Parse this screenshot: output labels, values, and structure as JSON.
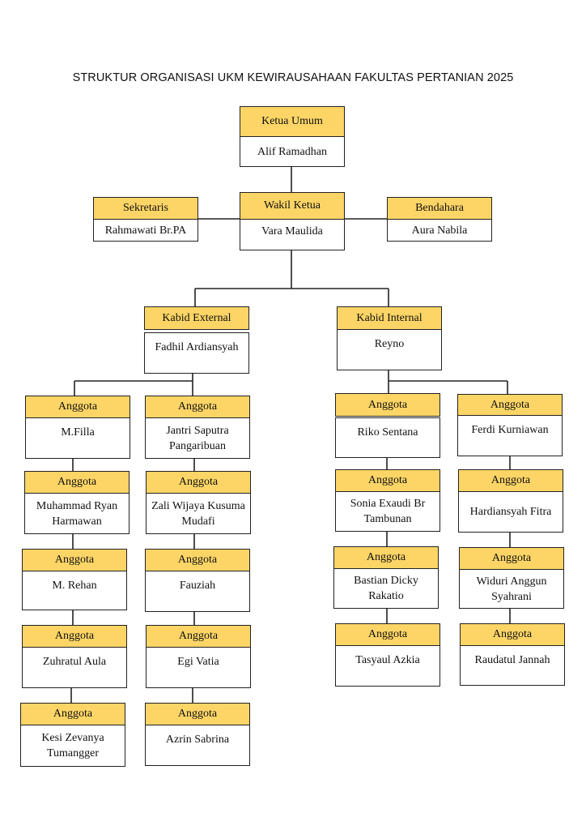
{
  "title": "STRUKTUR ORGANISASI UKM KEWIRAUSAHAAN FAKULTAS PERTANIAN 2025",
  "colors": {
    "header_fill": "#fcd566",
    "border": "#222222"
  },
  "ketua": {
    "role": "Ketua Umum",
    "name": "Alif Ramadhan"
  },
  "wakil": {
    "role": "Wakil Ketua",
    "name": "Vara Maulida"
  },
  "sekretaris": {
    "role": "Sekretaris",
    "name": "Rahmawati Br.PA"
  },
  "bendahara": {
    "role": "Bendahara",
    "name": "Aura Nabila"
  },
  "kabid_external": {
    "role": "Kabid External",
    "name": "Fadhil Ardiansyah"
  },
  "kabid_internal": {
    "role": "Kabid Internal",
    "name": "Reyno"
  },
  "member_role": "Anggota",
  "external_col1": [
    {
      "role": "Anggota",
      "name": "M.Filla"
    },
    {
      "role": "Anggota",
      "name": "Muhammad Ryan Harmawan"
    },
    {
      "role": "Anggota",
      "name": "M. Rehan"
    },
    {
      "role": "Anggota",
      "name": "Zuhratul Aula"
    },
    {
      "role": "Anggota",
      "name": "Kesi Zevanya Tumangger"
    }
  ],
  "external_col2": [
    {
      "role": "Anggota",
      "name": "Jantri Saputra Pangaribuan"
    },
    {
      "role": "Anggota",
      "name": "Zali Wijaya Kusuma Mudafi"
    },
    {
      "role": "Anggota",
      "name": "Fauziah"
    },
    {
      "role": "Anggota",
      "name": "Egi Vatia"
    },
    {
      "role": "Anggota",
      "name": "Azrin Sabrina"
    }
  ],
  "internal_col1": [
    {
      "role": "Anggota",
      "name": "Riko Sentana"
    },
    {
      "role": "Anggota",
      "name": "Sonia Exaudi Br Tambunan"
    },
    {
      "role": "Anggota",
      "name": "Bastian Dicky Rakatio"
    },
    {
      "role": "Anggota",
      "name": "Tasyaul Azkia"
    }
  ],
  "internal_col2": [
    {
      "role": "Anggota",
      "name": "Ferdi Kurniawan"
    },
    {
      "role": "Anggota",
      "name": "Hardiansyah Fitra"
    },
    {
      "role": "Anggota",
      "name": "Widuri Anggun Syahrani"
    },
    {
      "role": "Anggota",
      "name": "Raudatul Jannah"
    }
  ]
}
